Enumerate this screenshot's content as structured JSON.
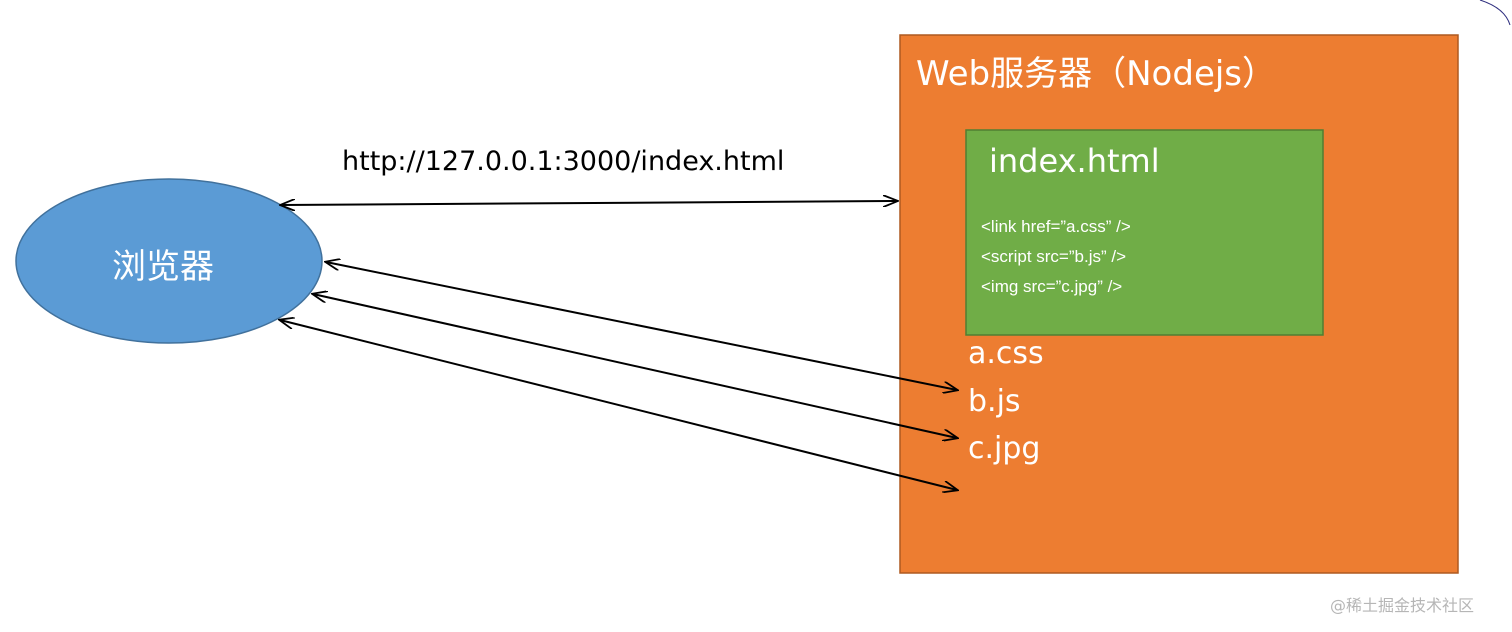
{
  "browser": {
    "label": "浏览器",
    "fill": "#5b9bd5",
    "stroke": "#41719c"
  },
  "request": {
    "url": "http://127.0.0.1:3000/index.html"
  },
  "server": {
    "title": "Web服务器（Nodejs）",
    "fill": "#ed7d31",
    "stroke": "#ae5a21"
  },
  "index_file": {
    "title": "index.html",
    "fill": "#70ad47",
    "stroke": "#507e32",
    "code_lines": [
      "<link href=”a.css” />",
      "<script src=”b.js” />",
      "<img src=”c.jpg” />"
    ]
  },
  "assets": [
    "a.css",
    "b.js",
    "c.jpg"
  ],
  "arrow_color": "#000000",
  "watermark": "@稀土掘金技术社区"
}
